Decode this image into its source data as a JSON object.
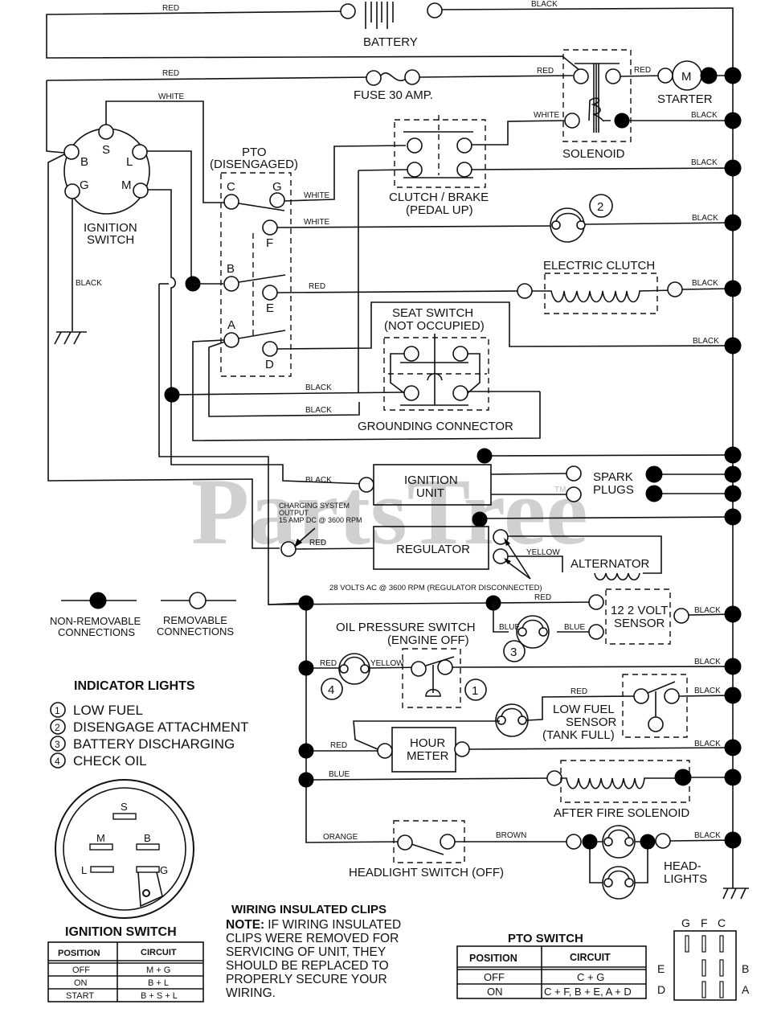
{
  "watermark": {
    "text": "PartsTree",
    "tm": "TM"
  },
  "wire_colors": {
    "battery_pos": "RED",
    "battery_neg": "BLACK",
    "fuse_in": "RED",
    "fuse_out": "RED",
    "ign_s": "WHITE",
    "solenoid_white": "WHITE",
    "starter_red": "RED",
    "solenoid_black": "BLACK",
    "clutch_black": "BLACK",
    "pto_g": "WHITE",
    "pto_f": "WHITE",
    "lamp2_black": "BLACK",
    "ign_ground": "BLACK",
    "pto_e": "RED",
    "eclutch_black": "BLACK",
    "seat_black": "BLACK",
    "gc_black1": "BLACK",
    "gc_black2": "BLACK",
    "ign_unit_black": "BLACK",
    "reg_red": "RED",
    "alt_yellow": "YELLOW",
    "sensor_red": "RED",
    "sensor_blue1": "BLUE",
    "sensor_blue2": "BLUE",
    "sensor_black": "BLACK",
    "oil_red": "RED",
    "oil_yellow": "YELLOW",
    "oil_black": "BLACK",
    "lowfuel_red": "RED",
    "lowfuel_black": "BLACK",
    "hour_red": "RED",
    "hour_black": "BLACK",
    "afs_blue": "BLUE",
    "hl_orange": "ORANGE",
    "hl_brown": "BROWN",
    "hl_black": "BLACK"
  },
  "components": {
    "battery": "BATTERY",
    "fuse": "FUSE 30 AMP.",
    "solenoid": "SOLENOID",
    "starter": "STARTER",
    "starter_symbol": "M",
    "ignition_switch": [
      "IGNITION",
      "SWITCH"
    ],
    "ignition_terminals": {
      "s": "S",
      "b": "B",
      "l": "L",
      "g": "G",
      "m": "M"
    },
    "pto": [
      "PTO",
      "(DISENGAGED)"
    ],
    "pto_terminals": {
      "c": "C",
      "g": "G",
      "f": "F",
      "b": "B",
      "e": "E",
      "a": "A",
      "d": "D"
    },
    "clutch_brake": [
      "CLUTCH / BRAKE",
      "(PEDAL UP)"
    ],
    "electric_clutch": "ELECTRIC CLUTCH",
    "seat_switch": [
      "SEAT SWITCH",
      "(NOT OCCUPIED)"
    ],
    "grounding_connector": "GROUNDING CONNECTOR",
    "ignition_unit": [
      "IGNITION",
      "UNIT"
    ],
    "spark_plugs": [
      "SPARK",
      "PLUGS"
    ],
    "regulator": "REGULATOR",
    "alternator": "ALTERNATOR",
    "charging_note": [
      "CHARGING SYSTEM",
      "OUTPUT",
      "15 AMP DC @ 3600 RPM"
    ],
    "ac_note": "28 VOLTS AC @ 3600 RPM (REGULATOR DISCONNECTED)",
    "volt_sensor": [
      "12 2 VOLT",
      "SENSOR"
    ],
    "oil_switch": [
      "OIL PRESSURE SWITCH",
      "(ENGINE OFF)"
    ],
    "low_fuel_sensor": [
      "LOW FUEL",
      "SENSOR",
      "(TANK FULL)"
    ],
    "hour_meter": [
      "HOUR",
      "METER"
    ],
    "after_fire": "AFTER FIRE SOLENOID",
    "headlight_switch": "HEADLIGHT SWITCH (OFF)",
    "headlights": [
      "HEAD-",
      "LIGHTS"
    ],
    "lamp_numbers": {
      "n1": "1",
      "n2": "2",
      "n3": "3",
      "n4": "4"
    }
  },
  "legend": {
    "non_removable": [
      "NON-REMOVABLE",
      "CONNECTIONS"
    ],
    "removable": [
      "REMOVABLE",
      "CONNECTIONS"
    ]
  },
  "indicator_lights": {
    "title": "INDICATOR LIGHTS",
    "items": [
      {
        "num": "1",
        "label": "LOW FUEL"
      },
      {
        "num": "2",
        "label": "DISENGAGE ATTACHMENT"
      },
      {
        "num": "3",
        "label": "BATTERY DISCHARGING"
      },
      {
        "num": "4",
        "label": "CHECK OIL"
      }
    ]
  },
  "ignition_switch_table": {
    "title": "IGNITION SWITCH",
    "terminals": {
      "s": "S",
      "m": "M",
      "b": "B",
      "l": "L",
      "g": "G"
    },
    "headers": [
      "POSITION",
      "CIRCUIT"
    ],
    "rows": [
      [
        "OFF",
        "M + G"
      ],
      [
        "ON",
        "B + L"
      ],
      [
        "START",
        "B + S + L"
      ]
    ]
  },
  "clips_note": {
    "title": "WIRING INSULATED CLIPS",
    "note_label": "NOTE:",
    "lines": [
      "IF WIRING INSULATED",
      "CLIPS WERE REMOVED FOR",
      "SERVICING OF UNIT, THEY",
      "SHOULD BE REPLACED TO",
      "PROPERLY SECURE YOUR",
      "WIRING."
    ]
  },
  "pto_switch_table": {
    "title": "PTO SWITCH",
    "headers": [
      "POSITION",
      "CIRCUIT"
    ],
    "rows": [
      [
        "OFF",
        "C + G"
      ],
      [
        "ON",
        "C + F, B + E, A + D"
      ]
    ],
    "pin_labels": {
      "top": [
        "G",
        "F",
        "C"
      ],
      "left": [
        "E",
        "D"
      ],
      "right": [
        "B",
        "A"
      ]
    }
  }
}
